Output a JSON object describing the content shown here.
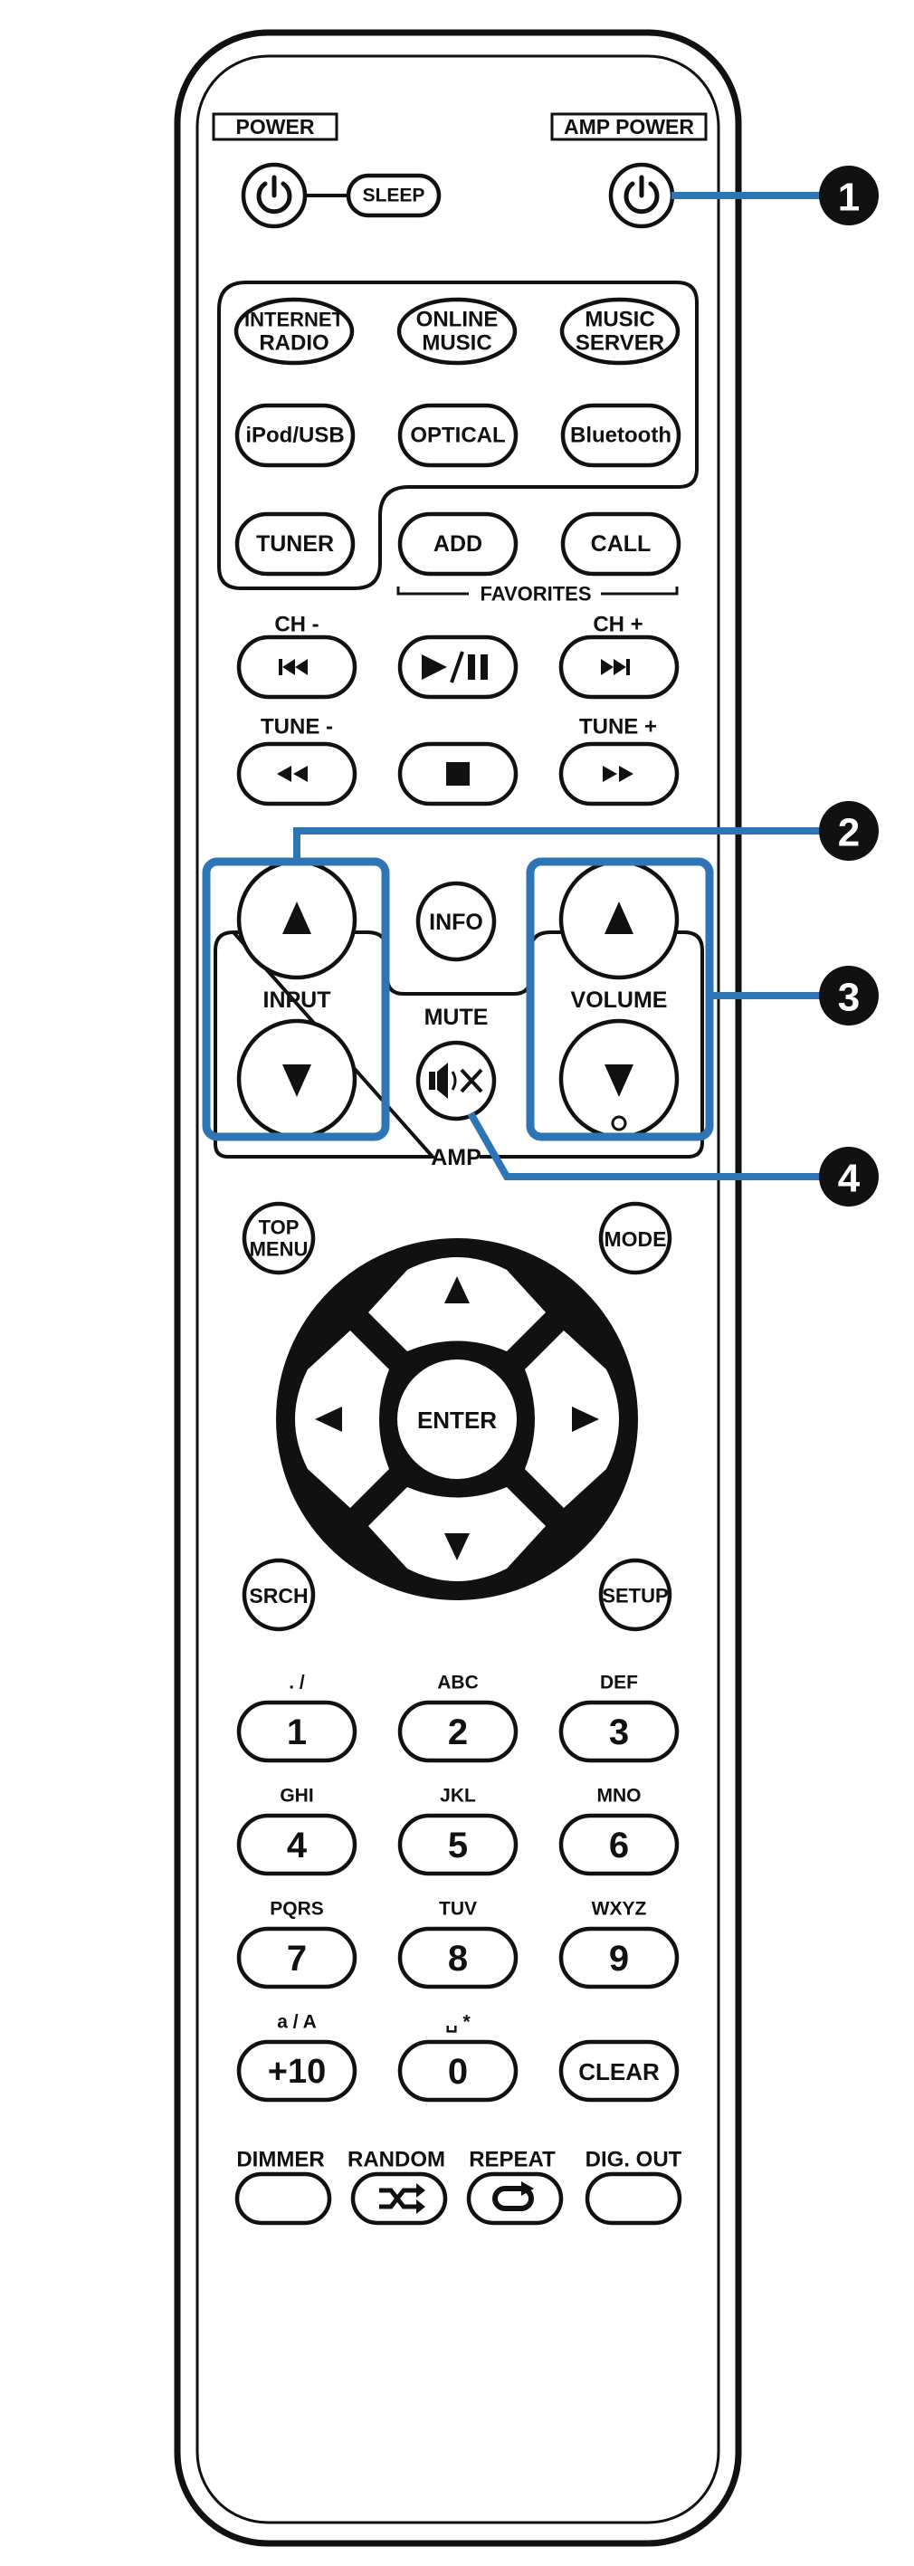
{
  "power": {
    "label": "POWER"
  },
  "amp_power": {
    "label": "AMP POWER"
  },
  "sleep": {
    "label": "SLEEP"
  },
  "sources": {
    "internet_radio": [
      "INTERNET",
      "RADIO"
    ],
    "online_music": [
      "ONLINE",
      "MUSIC"
    ],
    "music_server": [
      "MUSIC",
      "SERVER"
    ],
    "ipod_usb": "iPod/USB",
    "optical": "OPTICAL",
    "bluetooth": "Bluetooth",
    "tuner": "TUNER",
    "add": "ADD",
    "call": "CALL",
    "favorites": "FAVORITES"
  },
  "transport": {
    "ch_minus": "CH -",
    "ch_plus": "CH +",
    "play_pause": "▶/⏸",
    "tune_minus": "TUNE -",
    "tune_plus": "TUNE +"
  },
  "amp": {
    "input": "INPUT",
    "info": "INFO",
    "mute": "MUTE",
    "volume": "VOLUME",
    "amp_label": "AMP"
  },
  "nav": {
    "top_menu": [
      "TOP",
      "MENU"
    ],
    "mode": "MODE",
    "enter": "ENTER",
    "search": "SRCH",
    "setup": "SETUP"
  },
  "keypad": [
    {
      "sub": ". /",
      "key": "1"
    },
    {
      "sub": "ABC",
      "key": "2"
    },
    {
      "sub": "DEF",
      "key": "3"
    },
    {
      "sub": "GHI",
      "key": "4"
    },
    {
      "sub": "JKL",
      "key": "5"
    },
    {
      "sub": "MNO",
      "key": "6"
    },
    {
      "sub": "PQRS",
      "key": "7"
    },
    {
      "sub": "TUV",
      "key": "8"
    },
    {
      "sub": "WXYZ",
      "key": "9"
    },
    {
      "sub": "a / A",
      "key": "+10"
    },
    {
      "sub": "␣ *",
      "key": "0"
    },
    {
      "sub": "",
      "key": "CLEAR"
    }
  ],
  "bottom": {
    "dimmer": "DIMMER",
    "random": "RANDOM",
    "repeat": "REPEAT",
    "dig_out": "DIG. OUT"
  },
  "callouts": [
    "1",
    "2",
    "3",
    "4"
  ],
  "colors": {
    "highlight": "#2e75b6",
    "ink": "#111111",
    "background": "#ffffff"
  }
}
